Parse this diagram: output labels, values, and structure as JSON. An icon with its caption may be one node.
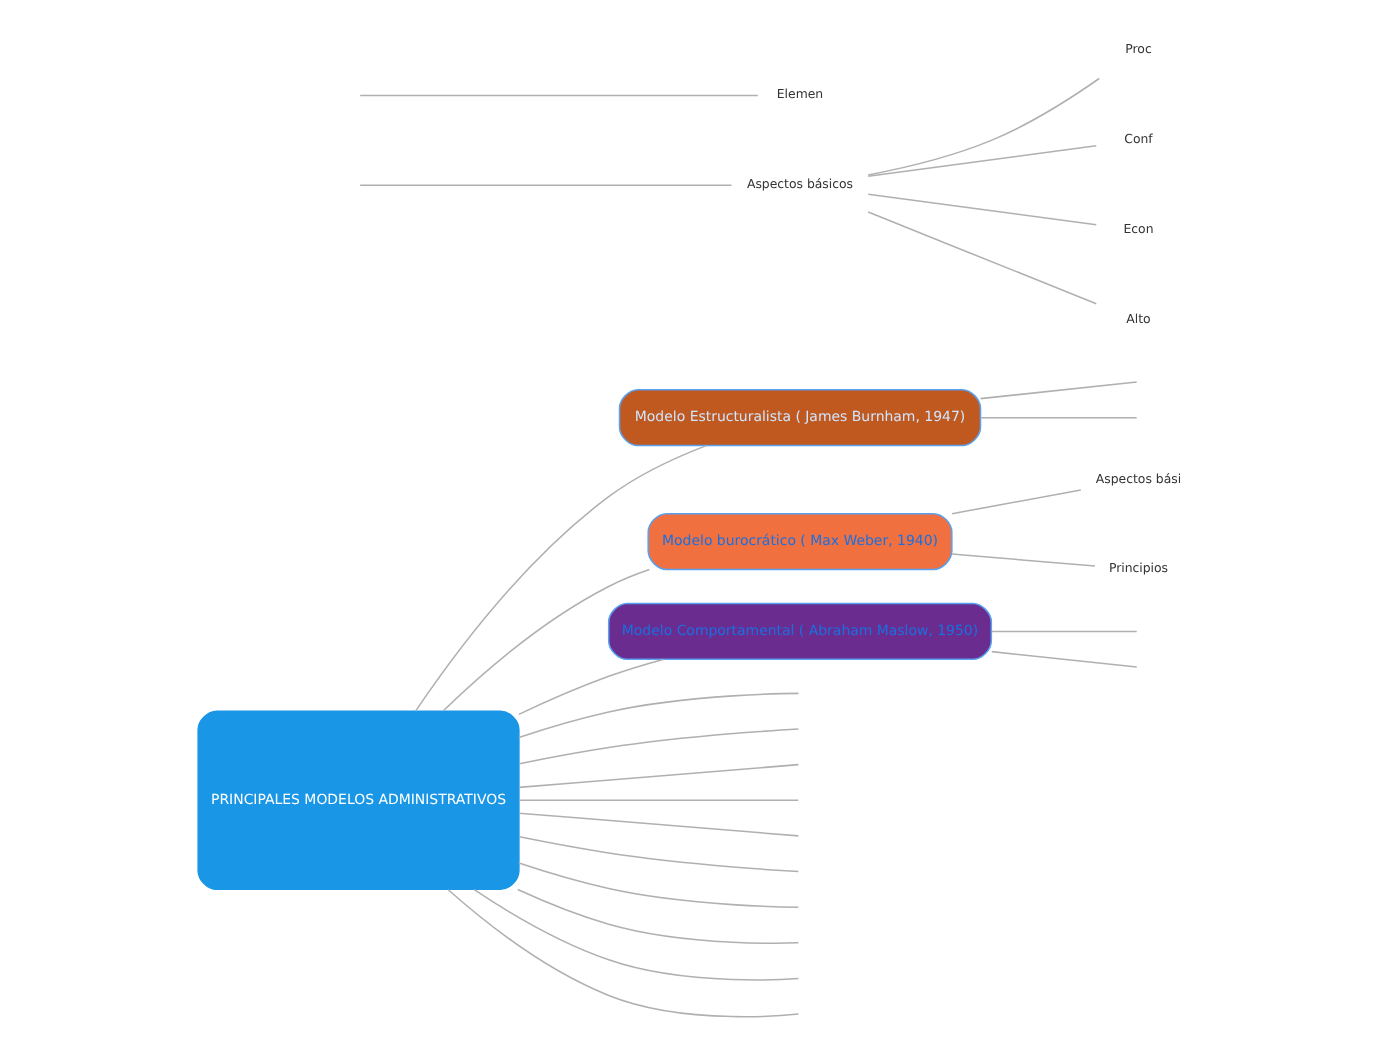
{
  "diagram": {
    "nodes": [
      {
        "text": [
          "PRINCIPALES MODELOS ADMINISTRATIVOS"
        ]
      },
      {
        "text": [
          "Modelo Estructuralista ( James Burnham, 1947)"
        ]
      },
      {
        "text": [
          "Modelo burocrático ( Max Weber, 1940)"
        ]
      },
      {
        "text": [
          "Modelo Comportamental ( Abraham Maslow, 1950)"
        ]
      },
      {
        "text": [
          "Aspectos bási"
        ]
      },
      {
        "text": [
          "Principios"
        ]
      },
      {
        "text": [
          "Aspectos básicos"
        ]
      },
      {
        "text": [
          "Proc"
        ]
      },
      {
        "text": [
          "Conf"
        ]
      },
      {
        "text": [
          "Econ"
        ]
      },
      {
        "text": [
          "Alto"
        ]
      },
      {
        "text": [
          "Elemen"
        ]
      }
    ],
    "edges": [
      {
        "from": 0,
        "to": 1,
        "arrow": "none"
      },
      {
        "from": 0,
        "to": 2,
        "arrow": "none"
      },
      {
        "from": 0,
        "to": 3,
        "arrow": "none"
      },
      {
        "from": 2,
        "to": 4,
        "arrow": "none"
      },
      {
        "from": 2,
        "to": 5,
        "arrow": "none"
      },
      {
        "from": null,
        "to": 6,
        "arrow": "none"
      },
      {
        "from": 6,
        "to": 7,
        "arrow": "none"
      },
      {
        "from": 6,
        "to": 8,
        "arrow": "none"
      },
      {
        "from": 6,
        "to": 9,
        "arrow": "none"
      },
      {
        "from": 6,
        "to": 10,
        "arrow": "none"
      },
      {
        "from": null,
        "to": 11,
        "arrow": "none"
      },
      {
        "from": 0,
        "to": null,
        "arrow": "none"
      },
      {
        "from": 0,
        "to": null,
        "arrow": "none"
      },
      {
        "from": 0,
        "to": null,
        "arrow": "none"
      },
      {
        "from": 0,
        "to": null,
        "arrow": "none"
      },
      {
        "from": 0,
        "to": null,
        "arrow": "none"
      },
      {
        "from": 0,
        "to": null,
        "arrow": "none"
      },
      {
        "from": 0,
        "to": null,
        "arrow": "none"
      },
      {
        "from": 0,
        "to": null,
        "arrow": "none"
      },
      {
        "from": 0,
        "to": null,
        "arrow": "none"
      },
      {
        "from": 0,
        "to": null,
        "arrow": "none"
      },
      {
        "from": 1,
        "to": null,
        "arrow": "none"
      },
      {
        "from": 1,
        "to": null,
        "arrow": "none"
      },
      {
        "from": 3,
        "to": null,
        "arrow": "none"
      },
      {
        "from": 3,
        "to": null,
        "arrow": "none"
      }
    ]
  }
}
